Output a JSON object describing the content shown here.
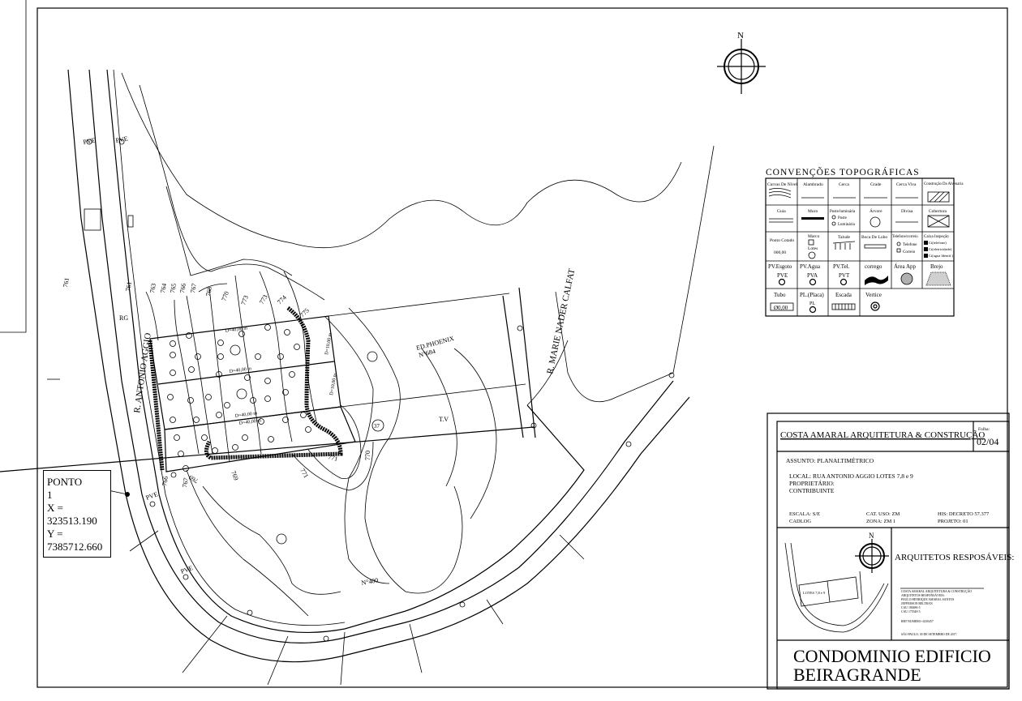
{
  "north": "N",
  "streets": {
    "antonio_aggio": "R. ANTONIO AGGIO",
    "marie_nader": "R. MARIE NADER CALFAT"
  },
  "labels": {
    "ed_phoenix": "ED.PHOENIX",
    "ed_phoenix_num": "N°684",
    "n400": "N°400",
    "tv": "T.V",
    "rg": "RG",
    "pve": "PVE",
    "num_37": "37"
  },
  "contours": [
    "761",
    "762",
    "763",
    "764",
    "765",
    "766",
    "767",
    "768",
    "769",
    "770",
    "771",
    "772",
    "773",
    "774",
    "775"
  ],
  "dims": [
    "D=40,00 m",
    "D=10,00 m",
    "D=40,00 m",
    "D=10,00 m",
    "D=40,00 m",
    "D=40,00 m"
  ],
  "ponto": {
    "title": "PONTO",
    "num": "1",
    "x_label": "X =",
    "x_value": "323513.190",
    "y_label": "Y =",
    "y_value": "7385712.660"
  },
  "legend": {
    "title": "CONVENÇÕES TOPOGRÁFICAS",
    "cells": [
      [
        "Curvas De Nível",
        "Alambrado",
        "Cerca",
        "Grade",
        "Cerca Viva",
        "Construção Da Alvenaria"
      ],
      [
        "Guia",
        "Muro",
        "Poste/luminária",
        "Árvore",
        "Divisa",
        "Cobertura"
      ],
      [
        "Ponto Cotado",
        "Marco",
        "Talude",
        "Boca De Lobo",
        "Telefone/correio",
        "Caixa Inspeção"
      ],
      [
        "PV.Esgoto",
        "PV.Agua",
        "PV.Tel.",
        "corrego",
        "Área App",
        "Brejo"
      ],
      [
        "Tubo",
        "PL.(Placa)",
        "Escada",
        "Vertice"
      ]
    ],
    "sub": {
      "ponto_cotado_val": "000,00",
      "lotes": "Lotes",
      "poste": "Poste",
      "luminaria": "Luminária",
      "telefone": "Telefone",
      "correio": "Correio",
      "ci_tel": "Ci(telefone)",
      "ci_elet": "Ci(eletricidade)",
      "ci_agua": "Ci(agua Identif.)",
      "pve": "PVE",
      "pva": "PVA",
      "pvt": "PVT",
      "pl": "PL",
      "tubo_val": "Ø0,00"
    }
  },
  "title_block": {
    "company": "COSTA AMARAL ARQUITETURA & CONSTRUÇÃO",
    "folha_label": "Folha:",
    "folha": "02/04",
    "assunto": "ASSUNTO: PLANALTIMÉTRICO",
    "local": "LOCAL: RUA ANTONIO AGGIO LOTES 7,8 e 9",
    "proprietario": "PROPRIETÁRIO:",
    "contribuinte": "CONTRIBUINTE",
    "escala": "ESCALA: S/E",
    "cadlog": "CADLOG",
    "cat_uso": "CAT. USO: ZM",
    "zona": "ZONA: ZM 1",
    "decreto": "HIS: DECRETO 57.377",
    "projeto": "PROJETO: 01",
    "arquitetos": "ARQUITETOS RESPOSÁVEIS:",
    "lotes_key": "LOTES 7,8 e 9",
    "resp": [
      "COSTA AMARAL ARQUITETURA & CONSTRUÇÃO",
      "ARQUITETOS RESPONSÁVEIS:",
      "PAULO HENRIQUE AMARAL SANTOS",
      "JEFFERSON BELTRAN",
      "CAU 180486-5",
      "CAU 175548-5",
      "RRT NUMERO: 6230457",
      "SÃO PAULO, 30 DE SETEMBRO DE 2017."
    ],
    "condominio_1": "CONDOMINIO EDIFICIO",
    "condominio_2": "BEIRAGRANDE"
  }
}
